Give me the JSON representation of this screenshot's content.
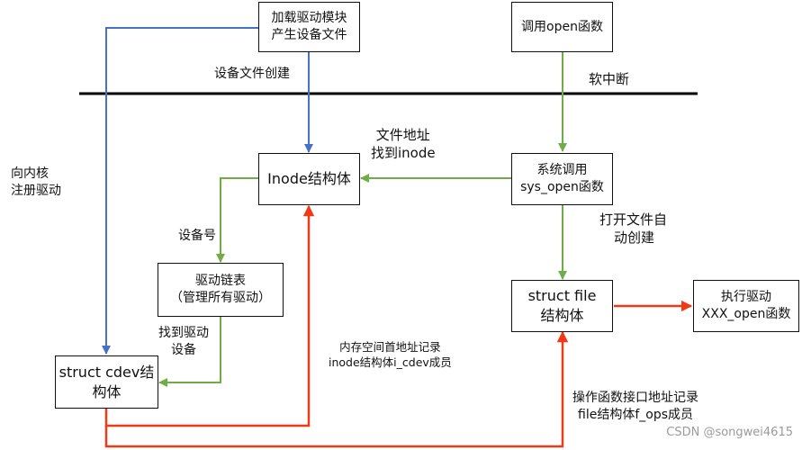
{
  "colors": {
    "blue": "#4472c4",
    "green": "#70ad47",
    "red": "#f03a17",
    "black": "#000000"
  },
  "nodes": {
    "load_module": [
      "加载驱动模块",
      "产生设备文件"
    ],
    "call_open": [
      "调用open函数"
    ],
    "inode": [
      "Inode结构体"
    ],
    "sys_open": [
      "系统调用",
      "sys_open函数"
    ],
    "driver_list": [
      "驱动链表",
      "（管理所有驱动）"
    ],
    "struct_cdev": [
      "struct cdev结",
      "构体"
    ],
    "struct_file": [
      "struct file",
      "结构体"
    ],
    "exec_driver": [
      "执行驱动",
      "XXX_open函数"
    ]
  },
  "labels": {
    "softirq": "软中断",
    "device_file_created": "设备文件创建",
    "register_driver": [
      "向内核",
      "注册驱动"
    ],
    "file_address": [
      "文件地址",
      "找到inode"
    ],
    "device_number": "设备号",
    "open_file_auto_create": [
      "打开文件自",
      "动创建"
    ],
    "found_driver_device": [
      "找到驱动",
      "设备"
    ],
    "mem_addr_record": [
      "内存空间首地址记录",
      "inode结构体i_cdev成员"
    ],
    "fops_addr_record": [
      "操作函数接口地址记录",
      "file结构体f_ops成员"
    ]
  },
  "watermark": "CSDN @songwei4615"
}
